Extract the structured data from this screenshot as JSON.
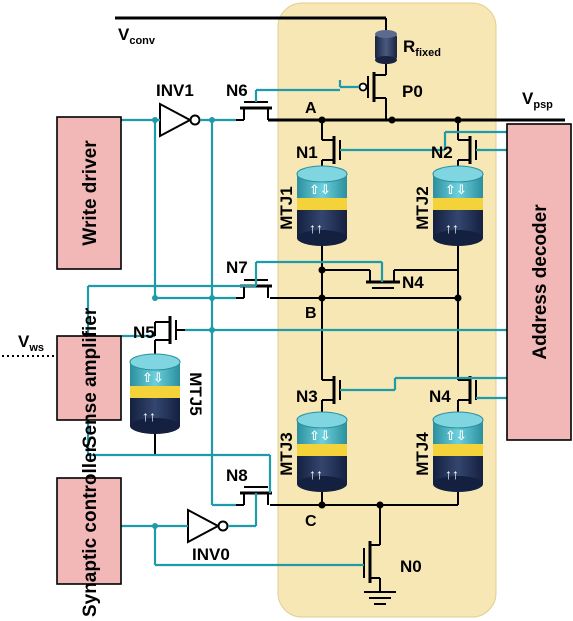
{
  "blocks": {
    "write_driver": "Write driver",
    "sense_amplifier": "Sense amplifier",
    "synaptic_controller": "Synaptic controller",
    "address_decoder": "Address decoder"
  },
  "supply": {
    "vconv_main": "V",
    "vconv_sub": "conv",
    "vpsp_main": "V",
    "vpsp_sub": "psp",
    "vws_main": "V",
    "vws_sub": "ws",
    "rfixed_main": "R",
    "rfixed_sub": "fixed"
  },
  "transistors": {
    "p0": "P0",
    "n0": "N0",
    "n1": "N1",
    "n2": "N2",
    "n3": "N3",
    "n4_top": "N4",
    "n4_bottom": "N4",
    "n5": "N5",
    "n6": "N6",
    "n7": "N7",
    "n8": "N8"
  },
  "inverters": {
    "inv1": "INV1",
    "inv0": "INV0"
  },
  "mtjs": {
    "mtj1": "MTJ1",
    "mtj2": "MTJ2",
    "mtj3": "MTJ3",
    "mtj4": "MTJ4",
    "mtj5": "MTJ5"
  },
  "nodes": {
    "a": "A",
    "b": "B",
    "c": "C"
  },
  "colors": {
    "wire_teal": "#1e9aa8",
    "highlight_region": "#f6e7b4",
    "block_fill": "#f2b8b8",
    "mtj_top": "#4ab5c3",
    "mtj_band": "#f3d23a",
    "mtj_bottom": "#1f2d4e"
  }
}
